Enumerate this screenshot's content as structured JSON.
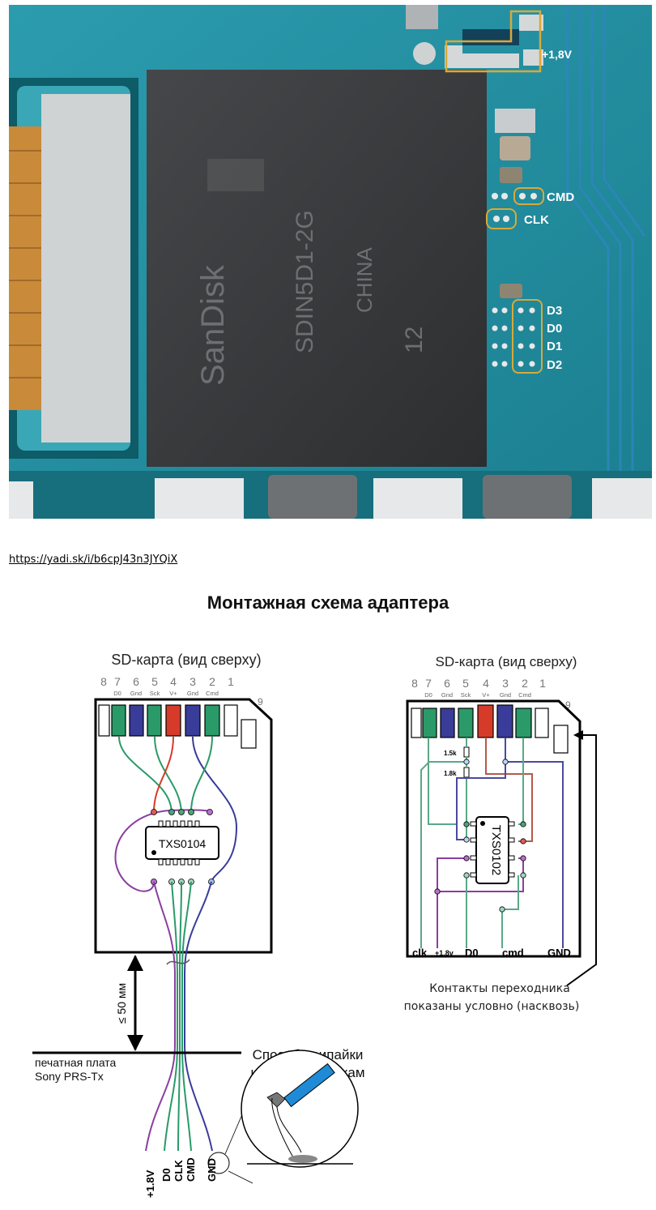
{
  "photo": {
    "chip_brand": "SanDisk",
    "chip_model": "SDIN5D1-2G",
    "chip_origin": "CHINA",
    "chip_code": "12",
    "pad_labels": [
      "+1,8V",
      "CMD",
      "CLK",
      "D3",
      "D0",
      "D1",
      "D2"
    ]
  },
  "link": {
    "text": "https://yadi.sk/i/b6cpJ43n3JYQiX"
  },
  "title": "Монтажная схема адаптера",
  "left_diagram": {
    "card_title": "SD-карта (вид сверху)",
    "pin_numbers": [
      "8",
      "7",
      "6",
      "5",
      "4",
      "3",
      "2",
      "1"
    ],
    "pin_names": [
      "D0",
      "Gnd",
      "Sck",
      "V+",
      "Gnd",
      "Cmd"
    ],
    "pin9": "9",
    "chip": "TXS0104",
    "distance": "≤ 50 мм",
    "pcb_label_1": "печатная плата",
    "pcb_label_2": "Sony PRS-Tx",
    "wires": [
      "+1.8V",
      "D0",
      "CLK",
      "CMD",
      "GND"
    ],
    "method_1": "Способ припайки",
    "method_2": "к smd-площадкам"
  },
  "right_diagram": {
    "card_title": "SD-карта (вид сверху)",
    "pin_numbers": [
      "8",
      "7",
      "6",
      "5",
      "4",
      "3",
      "2",
      "1"
    ],
    "pin_names": [
      "D0",
      "Gnd",
      "Sck",
      "V+",
      "Gnd",
      "Cmd"
    ],
    "pin9": "9",
    "chip": "TXS0102",
    "r1": "1.5k",
    "r2": "1.8k",
    "bottom_labels": [
      "clk",
      "+1.8v",
      "D0",
      "cmd",
      "GND"
    ],
    "note_1": "Контакты переходника",
    "note_2": "показаны условно (насквозь)"
  },
  "colors": {
    "board": "#1f8fa0",
    "chip": "#3a3c3e",
    "pad_ring": "#d9a93a",
    "green": "#2a9a68",
    "purple": "#8a3ea0",
    "red": "#d63b2a",
    "blue": "#3a3c9a"
  }
}
